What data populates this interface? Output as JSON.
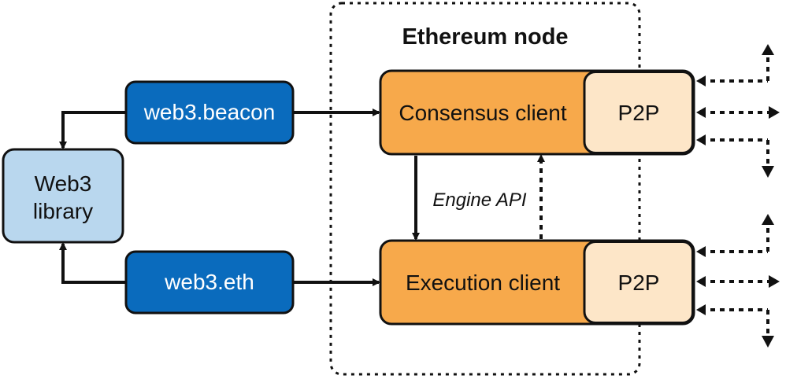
{
  "node": {
    "title": "Ethereum node",
    "consensus_label": "Consensus client",
    "execution_label": "Execution client",
    "p2p_top_label": "P2P",
    "p2p_bottom_label": "P2P",
    "engine_api_label": "Engine API"
  },
  "library": {
    "line1": "Web3",
    "line2": "library"
  },
  "apis": {
    "beacon_label": "web3.beacon",
    "eth_label": "web3.eth"
  },
  "colors": {
    "orange": "#f7a94b",
    "p2p_fill": "#fde6c8",
    "blue": "#0a6bbd",
    "library_fill": "#b9d7ee",
    "stroke": "#111111"
  }
}
